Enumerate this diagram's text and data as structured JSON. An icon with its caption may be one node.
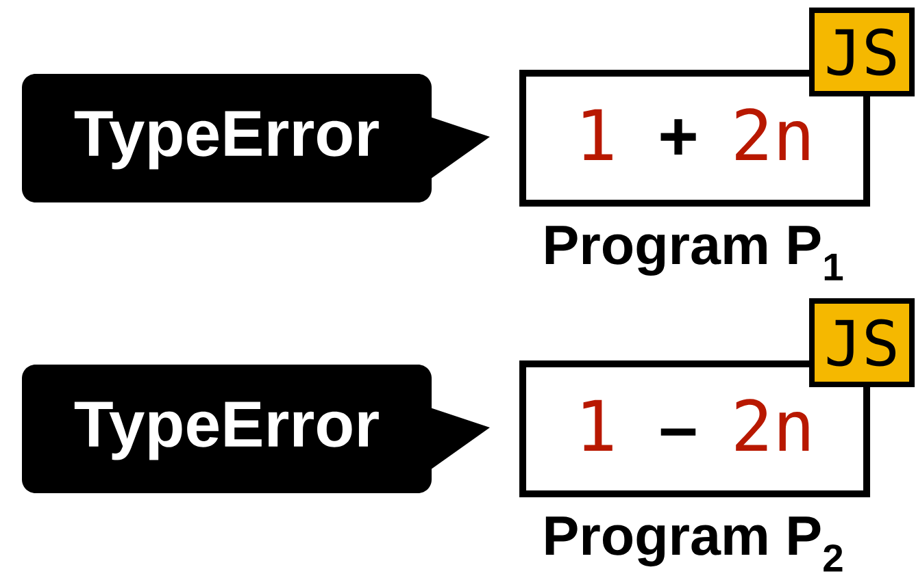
{
  "diagram": {
    "nodes": [
      {
        "text": [
          "TypeError"
        ]
      },
      {
        "text": [
          "1",
          "+",
          "2n"
        ],
        "beside": [
          "Program P$_{1}$"
        ]
      },
      {
        "text": [
          "JS"
        ]
      },
      {
        "text": [
          "TypeError"
        ]
      },
      {
        "text": [
          "1",
          "–",
          "2n"
        ],
        "beside": [
          "Program P$_{2}$"
        ]
      },
      {
        "text": [
          "JS"
        ]
      }
    ]
  }
}
